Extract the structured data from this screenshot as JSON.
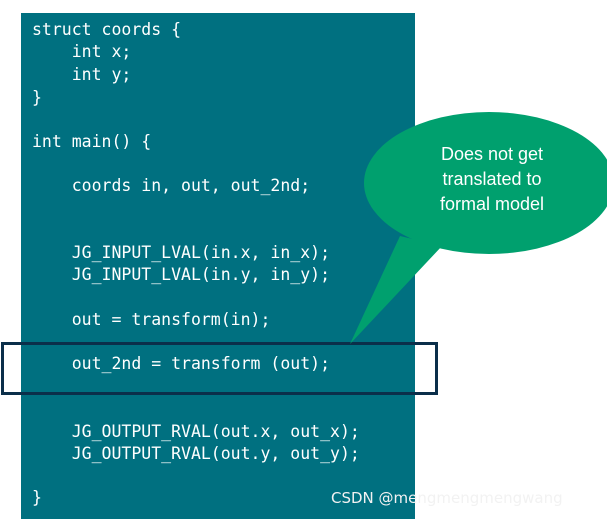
{
  "code": {
    "lines": [
      "struct coords {",
      "    int x;",
      "    int y;",
      "}",
      "int main() {",
      "    coords in, out, out_2nd;",
      "    JG_INPUT_LVAL(in.x, in_x);",
      "    JG_INPUT_LVAL(in.y, in_y);",
      "    out = transform(in);",
      "    out_2nd = transform (out);",
      "    JG_OUTPUT_RVAL(out.x, out_x);",
      "    JG_OUTPUT_RVAL(out.y, out_y);",
      "}"
    ]
  },
  "callout": {
    "line1": "Does not get",
    "line2": "translated to",
    "line3": "formal model"
  },
  "watermark": "CSDN @mengmengmengwang",
  "colors": {
    "code_background": "#007080",
    "callout_fill": "#00A06E",
    "highlight_border": "#0B2F4A",
    "text": "#FFFFFF"
  }
}
